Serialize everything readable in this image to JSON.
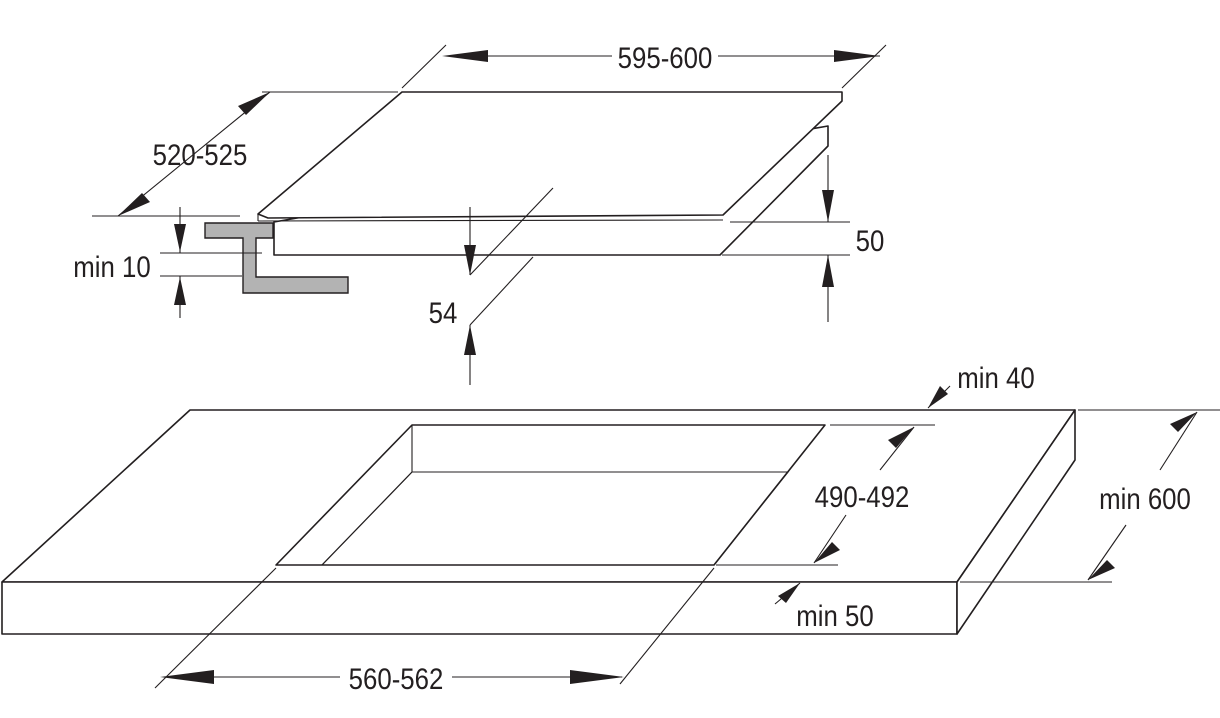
{
  "colors": {
    "line": "#231f20",
    "bracket_fill": "#b3b3b3",
    "background": "#ffffff"
  },
  "labels": {
    "hob_width": "595-600",
    "hob_depth": "520-525",
    "clearance_top": "min 10",
    "frame_height": "50",
    "built_in_depth": "54",
    "rear_margin": "min 40",
    "cutout_depth": "490-492",
    "worktop_depth": "min 600",
    "front_margin": "min 50",
    "cutout_width": "560-562"
  }
}
